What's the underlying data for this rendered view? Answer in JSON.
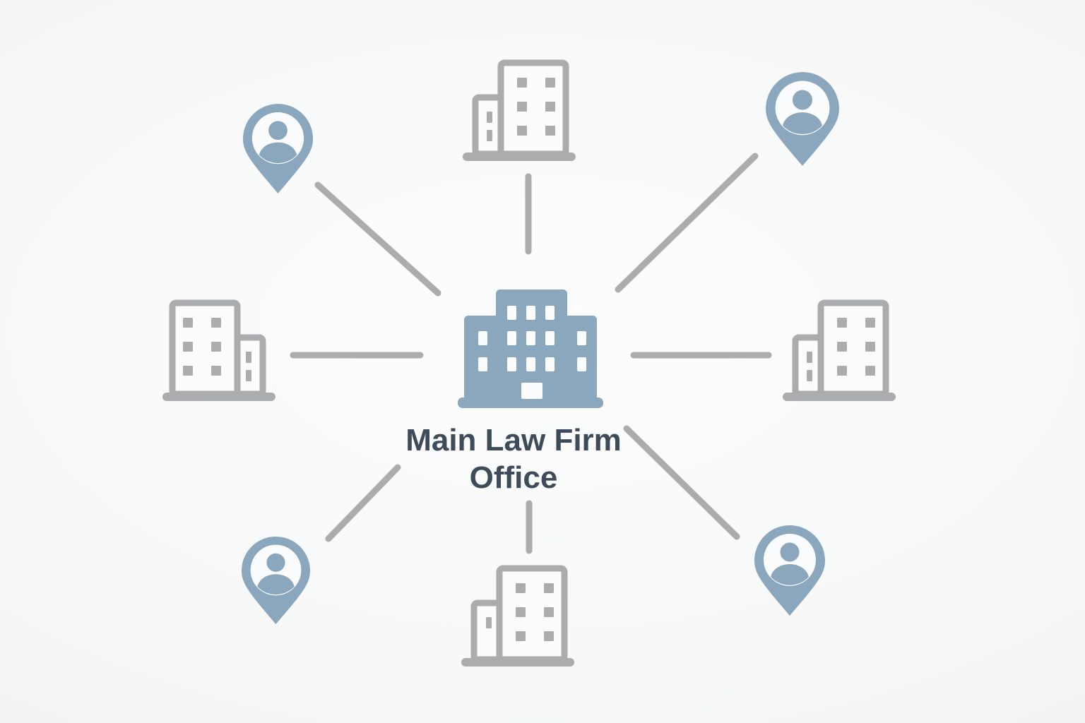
{
  "diagram": {
    "type": "hub-and-spoke",
    "center": {
      "label": "Main Law Firm Office",
      "label_line1": "Main Law Firm",
      "label_line2": "Office",
      "icon": "main-office-building-icon"
    },
    "nodes": [
      {
        "position": "top",
        "kind": "branch-office",
        "icon": "branch-building-icon"
      },
      {
        "position": "top-right",
        "kind": "client",
        "icon": "person-location-pin-icon"
      },
      {
        "position": "right",
        "kind": "branch-office",
        "icon": "branch-building-icon"
      },
      {
        "position": "bottom-right",
        "kind": "client",
        "icon": "person-location-pin-icon"
      },
      {
        "position": "bottom",
        "kind": "branch-office",
        "icon": "branch-building-icon"
      },
      {
        "position": "bottom-left",
        "kind": "client",
        "icon": "person-location-pin-icon"
      },
      {
        "position": "left",
        "kind": "branch-office",
        "icon": "branch-building-icon"
      },
      {
        "position": "top-left",
        "kind": "client",
        "icon": "person-location-pin-icon"
      }
    ],
    "connectors": [
      "top-left",
      "top",
      "top-right",
      "left",
      "right",
      "bottom-left",
      "bottom",
      "bottom-right"
    ]
  },
  "colors": {
    "accent_blue": "#8BA7BD",
    "gray": "#ABACAE",
    "label_text": "#3E4C5A",
    "background": "#F6F7F7",
    "icon_white": "#FBFCFD"
  }
}
